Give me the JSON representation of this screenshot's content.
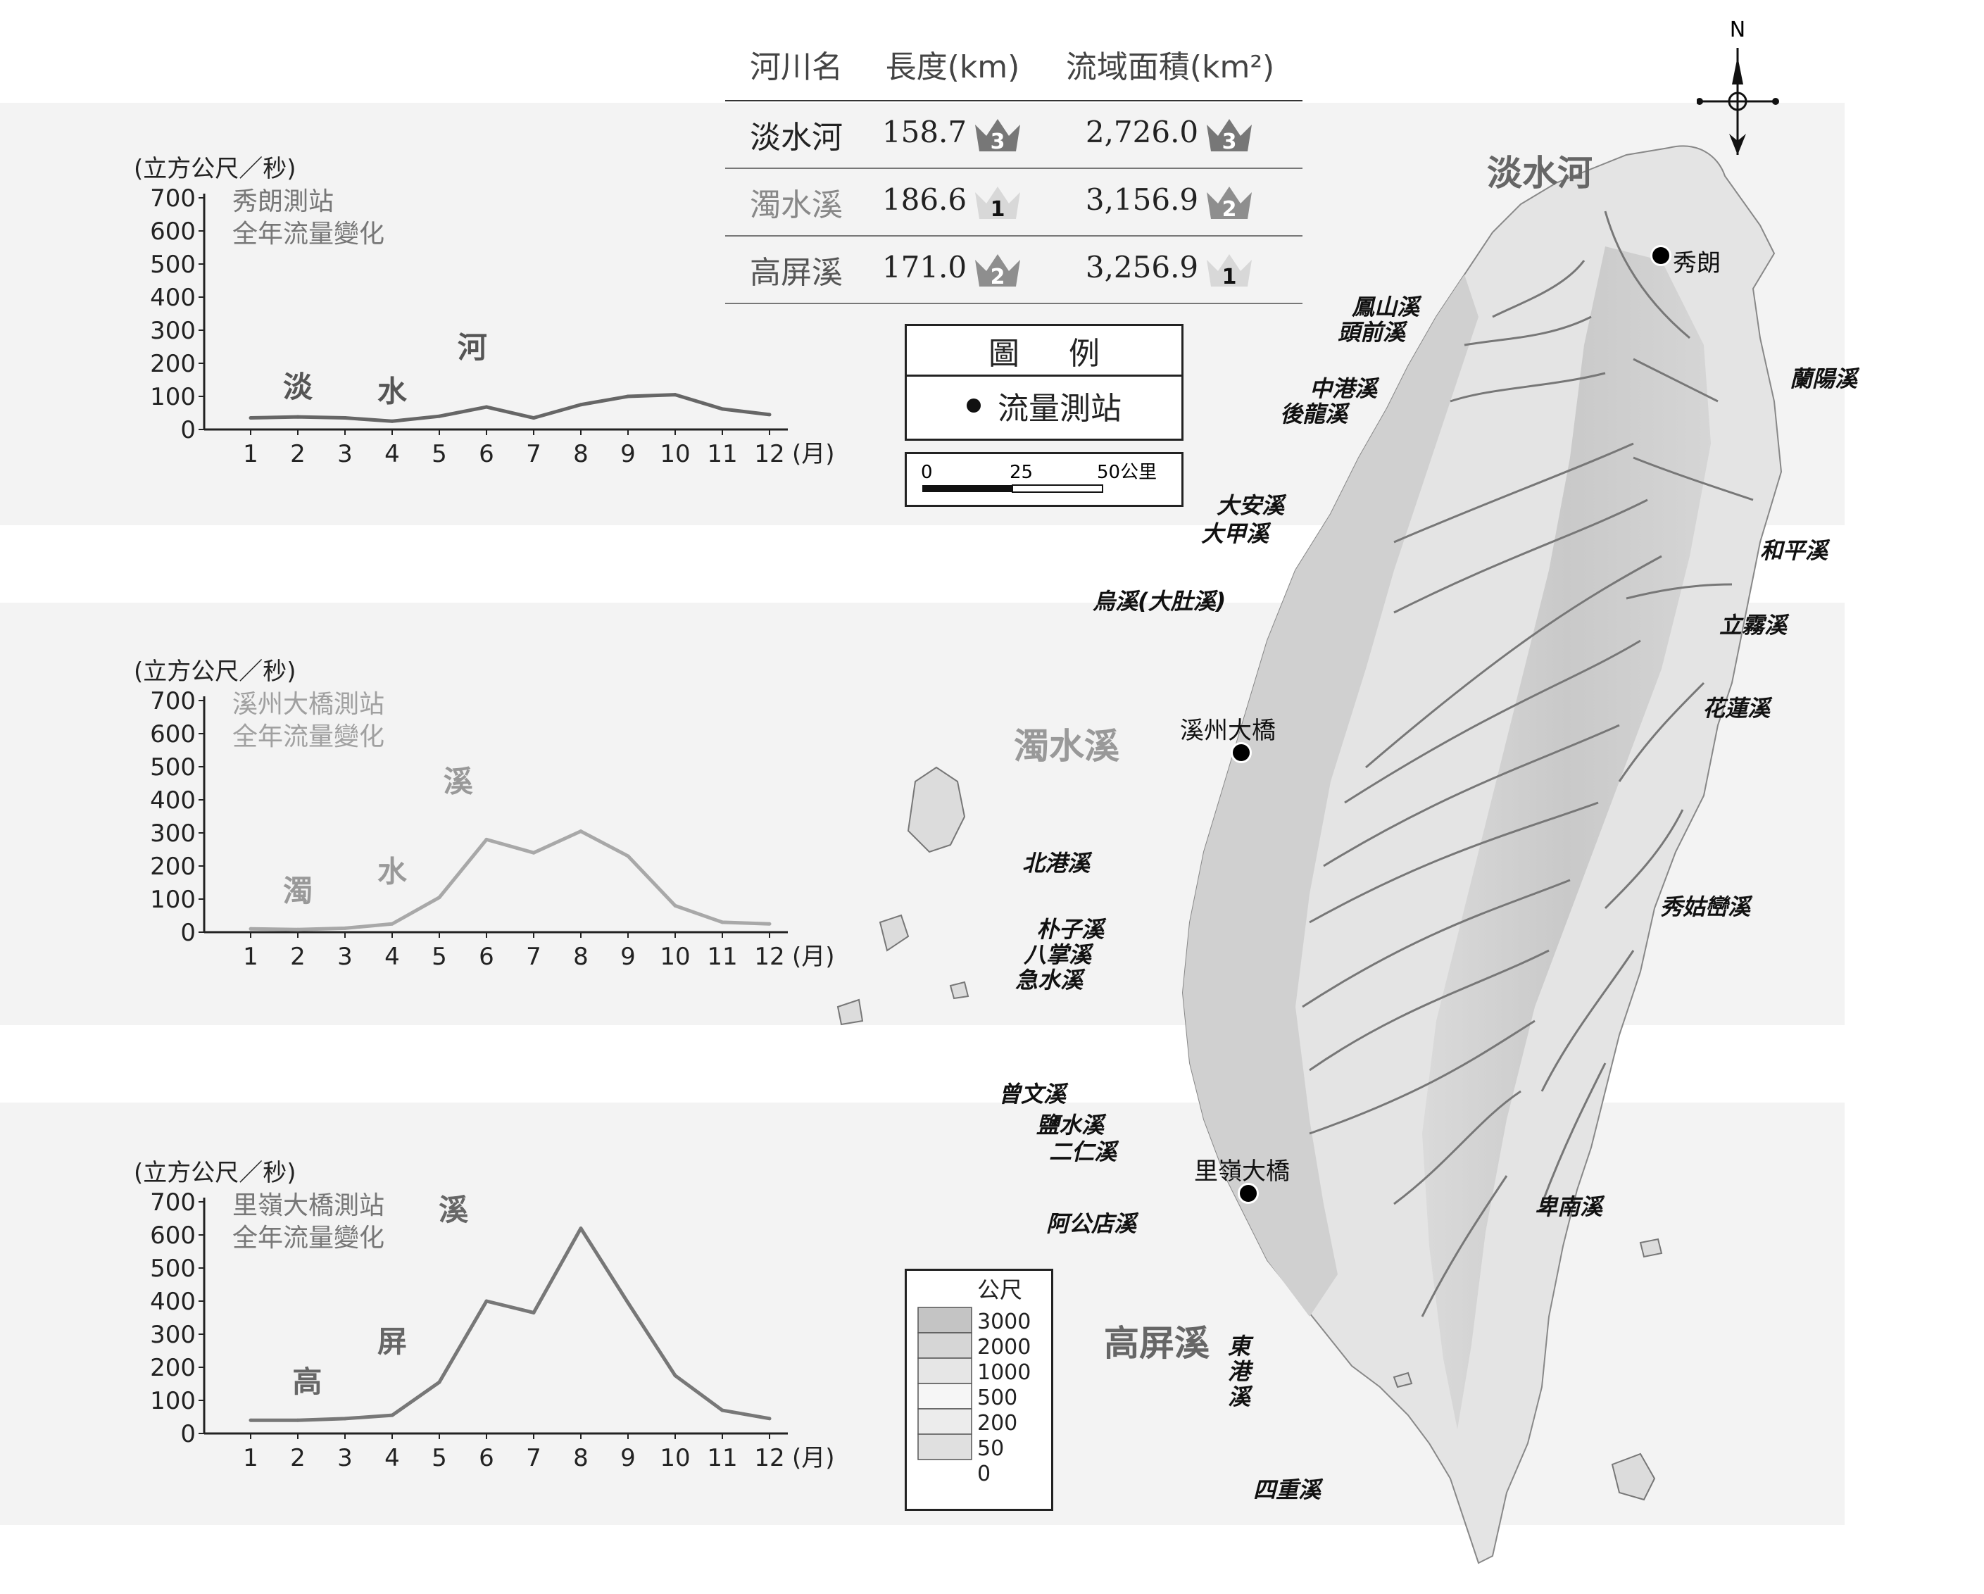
{
  "charts": [
    {
      "unit": "(立方公尺／秒)",
      "station_line1": "秀朗測站",
      "station_line2": "全年流量變化",
      "river_chars": [
        "淡",
        "水",
        "河"
      ],
      "color": "#666666",
      "label_color": "#555555"
    },
    {
      "unit": "(立方公尺／秒)",
      "station_line1": "溪州大橋測站",
      "station_line2": "全年流量變化",
      "river_chars": [
        "濁",
        "水",
        "溪"
      ],
      "color": "#a8a8a8",
      "label_color": "#999999"
    },
    {
      "unit": "(立方公尺／秒)",
      "station_line1": "里嶺大橋測站",
      "station_line2": "全年流量變化",
      "river_chars": [
        "高",
        "屏",
        "溪"
      ],
      "color": "#777777",
      "label_color": "#666666"
    }
  ],
  "chart_data": [
    {
      "type": "line",
      "title": "秀朗測站 全年流量變化",
      "ylabel": "(立方公尺／秒)",
      "xlabel": "(月)",
      "x": [
        1,
        2,
        3,
        4,
        5,
        6,
        7,
        8,
        9,
        10,
        11,
        12
      ],
      "yticks": [
        0,
        100,
        200,
        300,
        400,
        500,
        600,
        700
      ],
      "ylim": [
        0,
        700
      ],
      "series": [
        {
          "name": "淡水河",
          "values": [
            35,
            38,
            35,
            25,
            40,
            68,
            35,
            75,
            100,
            105,
            62,
            45
          ]
        }
      ]
    },
    {
      "type": "line",
      "title": "溪州大橋測站 全年流量變化",
      "ylabel": "(立方公尺／秒)",
      "xlabel": "(月)",
      "x": [
        1,
        2,
        3,
        4,
        5,
        6,
        7,
        8,
        9,
        10,
        11,
        12
      ],
      "yticks": [
        0,
        100,
        200,
        300,
        400,
        500,
        600,
        700
      ],
      "ylim": [
        0,
        700
      ],
      "series": [
        {
          "name": "濁水溪",
          "values": [
            10,
            8,
            12,
            25,
            105,
            280,
            240,
            305,
            230,
            80,
            30,
            25
          ]
        }
      ]
    },
    {
      "type": "line",
      "title": "里嶺大橋測站 全年流量變化",
      "ylabel": "(立方公尺／秒)",
      "xlabel": "(月)",
      "x": [
        1,
        2,
        3,
        4,
        5,
        6,
        7,
        8,
        9,
        10,
        11,
        12
      ],
      "yticks": [
        0,
        100,
        200,
        300,
        400,
        500,
        600,
        700
      ],
      "ylim": [
        0,
        700
      ],
      "series": [
        {
          "name": "高屏溪",
          "values": [
            40,
            40,
            45,
            55,
            155,
            400,
            365,
            620,
            395,
            175,
            70,
            45
          ]
        }
      ]
    }
  ],
  "axis": {
    "month_suffix": "(月)"
  },
  "table": {
    "headers": [
      "河川名",
      "長度(km)",
      "流域面積(km²)"
    ],
    "rows": [
      {
        "name": "淡水河",
        "length": "158.7",
        "length_rank": "3",
        "area": "2,726.0",
        "area_rank": "3",
        "name_color": "#222222"
      },
      {
        "name": "濁水溪",
        "length": "186.6",
        "length_rank": "1",
        "area": "3,156.9",
        "area_rank": "2",
        "name_color": "#888888"
      },
      {
        "name": "高屏溪",
        "length": "171.0",
        "length_rank": "2",
        "area": "3,256.9",
        "area_rank": "1",
        "name_color": "#555555"
      }
    ]
  },
  "legend": {
    "title": "圖例",
    "station": "流量測站"
  },
  "scale": {
    "t0": "0",
    "t1": "25",
    "t2": "50公里"
  },
  "elevation": {
    "unit": "公尺",
    "levels": [
      "3000",
      "2000",
      "1000",
      "500",
      "200",
      "50",
      "0"
    ],
    "colors": [
      "#c4c4c4",
      "#d6d6d6",
      "#e6e6e6",
      "#f6f6f6",
      "#ececec",
      "#e0e0e0",
      "#d2d2d2"
    ]
  },
  "compass": {
    "north": "N"
  },
  "map": {
    "big_rivers": [
      "淡水河",
      "濁水溪",
      "高屏溪"
    ],
    "stations": [
      "秀朗",
      "溪州大橋",
      "里嶺大橋"
    ],
    "rivers": [
      "鳳山溪",
      "頭前溪",
      "中港溪",
      "後龍溪",
      "大安溪",
      "大甲溪",
      "烏溪(大肚溪)",
      "北港溪",
      "朴子溪",
      "八掌溪",
      "急水溪",
      "曾文溪",
      "鹽水溪",
      "二仁溪",
      "阿公店溪",
      "東港溪",
      "四重溪",
      "蘭陽溪",
      "和平溪",
      "立霧溪",
      "花蓮溪",
      "秀姑巒溪",
      "卑南溪"
    ]
  }
}
